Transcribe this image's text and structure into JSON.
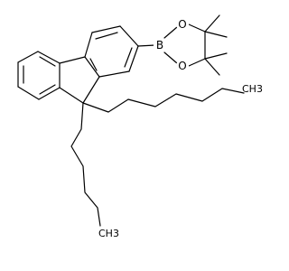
{
  "atoms": {
    "boron": "B",
    "oxygen_upper": "O",
    "oxygen_lower": "O"
  },
  "terminals": {
    "octyl_upper_end": "CH3",
    "octyl_lower_end": "CH3"
  },
  "colors": {
    "bond": "#000000",
    "background": "#ffffff"
  }
}
